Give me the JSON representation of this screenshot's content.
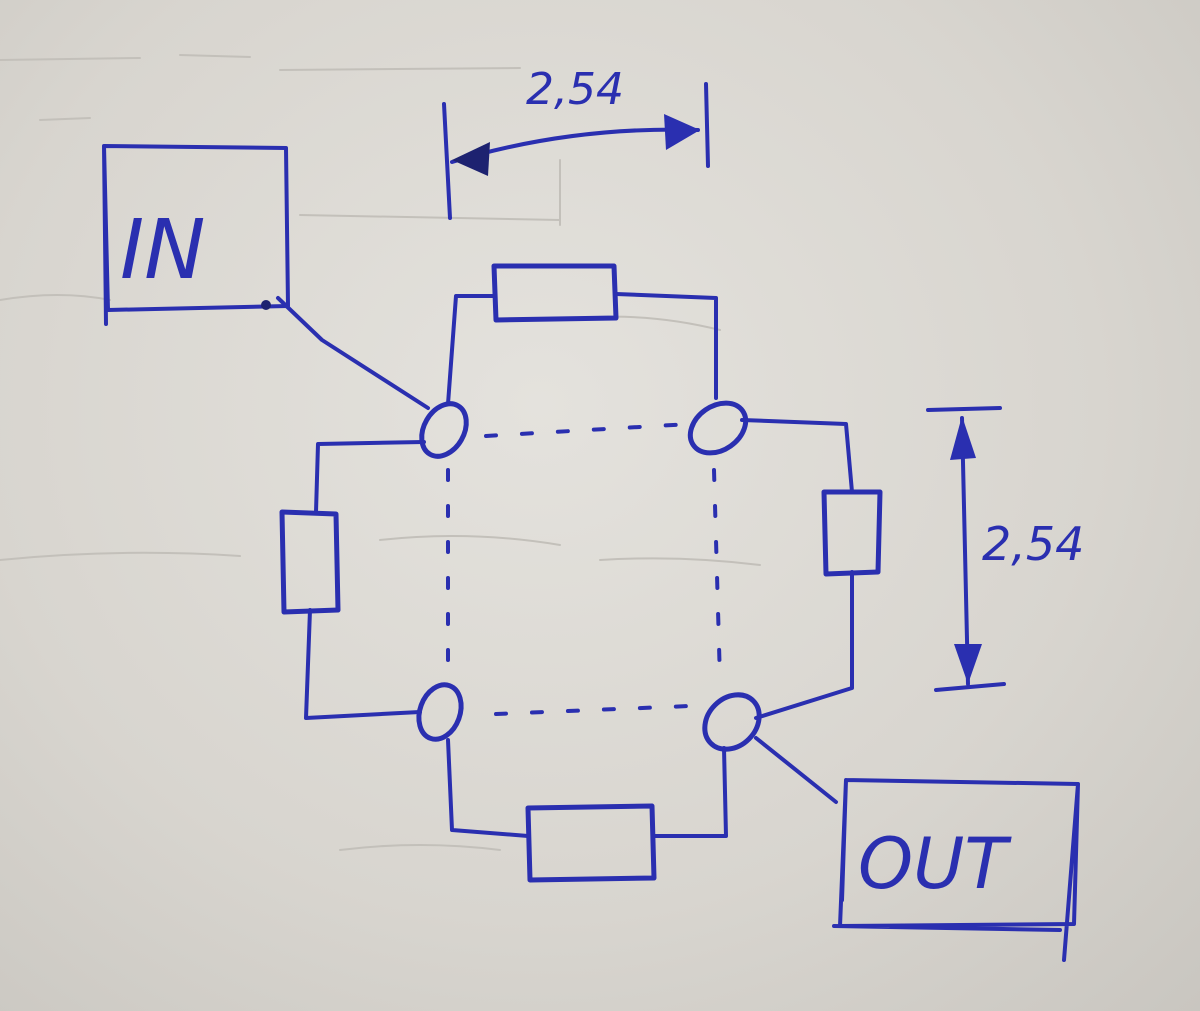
{
  "colors": {
    "ink": "#2a2fb0",
    "paper": "#dedbd6"
  },
  "diagram": {
    "input_label": "IN",
    "output_label": "OUT",
    "dimension_horizontal": "2,54",
    "dimension_vertical": "2,54"
  }
}
